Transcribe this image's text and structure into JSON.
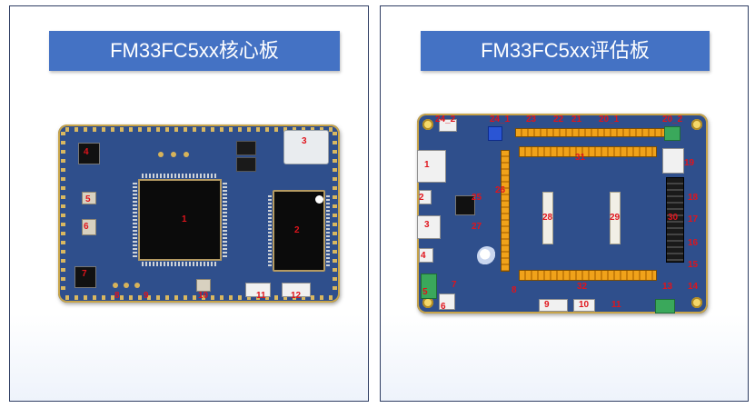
{
  "panels": {
    "left": {
      "title": "FM33FC5xx核心板",
      "labels": [
        "1",
        "2",
        "3",
        "4",
        "5",
        "6",
        "7",
        "8",
        "9",
        "10",
        "11",
        "12"
      ]
    },
    "right": {
      "title": "FM33FC5xx评估板",
      "labels": [
        "1",
        "2",
        "3",
        "4",
        "5",
        "6",
        "7",
        "8",
        "9",
        "10",
        "11",
        "12_1",
        "12_2",
        "13",
        "14",
        "15",
        "16",
        "17",
        "18",
        "19",
        "20_1",
        "20_2",
        "21",
        "22",
        "23",
        "24_1",
        "24_2",
        "25",
        "26",
        "27",
        "28",
        "29",
        "30",
        "31",
        "32"
      ]
    }
  },
  "colors": {
    "title_bar": "#4472c4",
    "pcb": "#2f4f8c",
    "label": "#e0141c",
    "frame": "#2f3e63"
  }
}
